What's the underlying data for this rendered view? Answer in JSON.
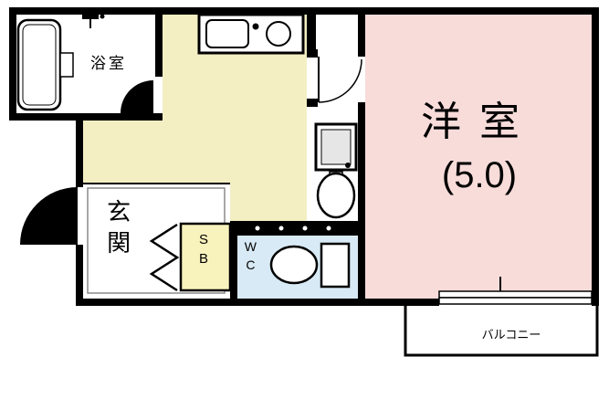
{
  "floorplan": {
    "background": "#ffffff",
    "wall_color": "#000000",
    "rooms": {
      "bathroom": {
        "label": "浴室"
      },
      "western_room": {
        "label": "洋室",
        "size": "(5.0)"
      },
      "entrance": {
        "label": "玄関"
      },
      "shoe_box": {
        "label": "SB"
      },
      "wc": {
        "label": "WC"
      },
      "balcony": {
        "label": "バルコニー"
      }
    },
    "colors": {
      "hall_floor": "#f3efc3",
      "room_floor": "#f8dcda",
      "wc_floor": "#d8eaf5",
      "shoe_box_fill": "#f8f3bd",
      "washer_inner": "#e6e6e6",
      "entrance_border": "#8a8a8a"
    },
    "fixtures": [
      "bathtub",
      "shower-faucet",
      "kitchen-sink",
      "stove-burner",
      "washing-machine",
      "wash-basin",
      "toilet",
      "entrance-door",
      "bathroom-door",
      "room-door",
      "folding-door",
      "sliding-window",
      "shoe-box",
      "dotted-threshold",
      "balcony"
    ]
  }
}
